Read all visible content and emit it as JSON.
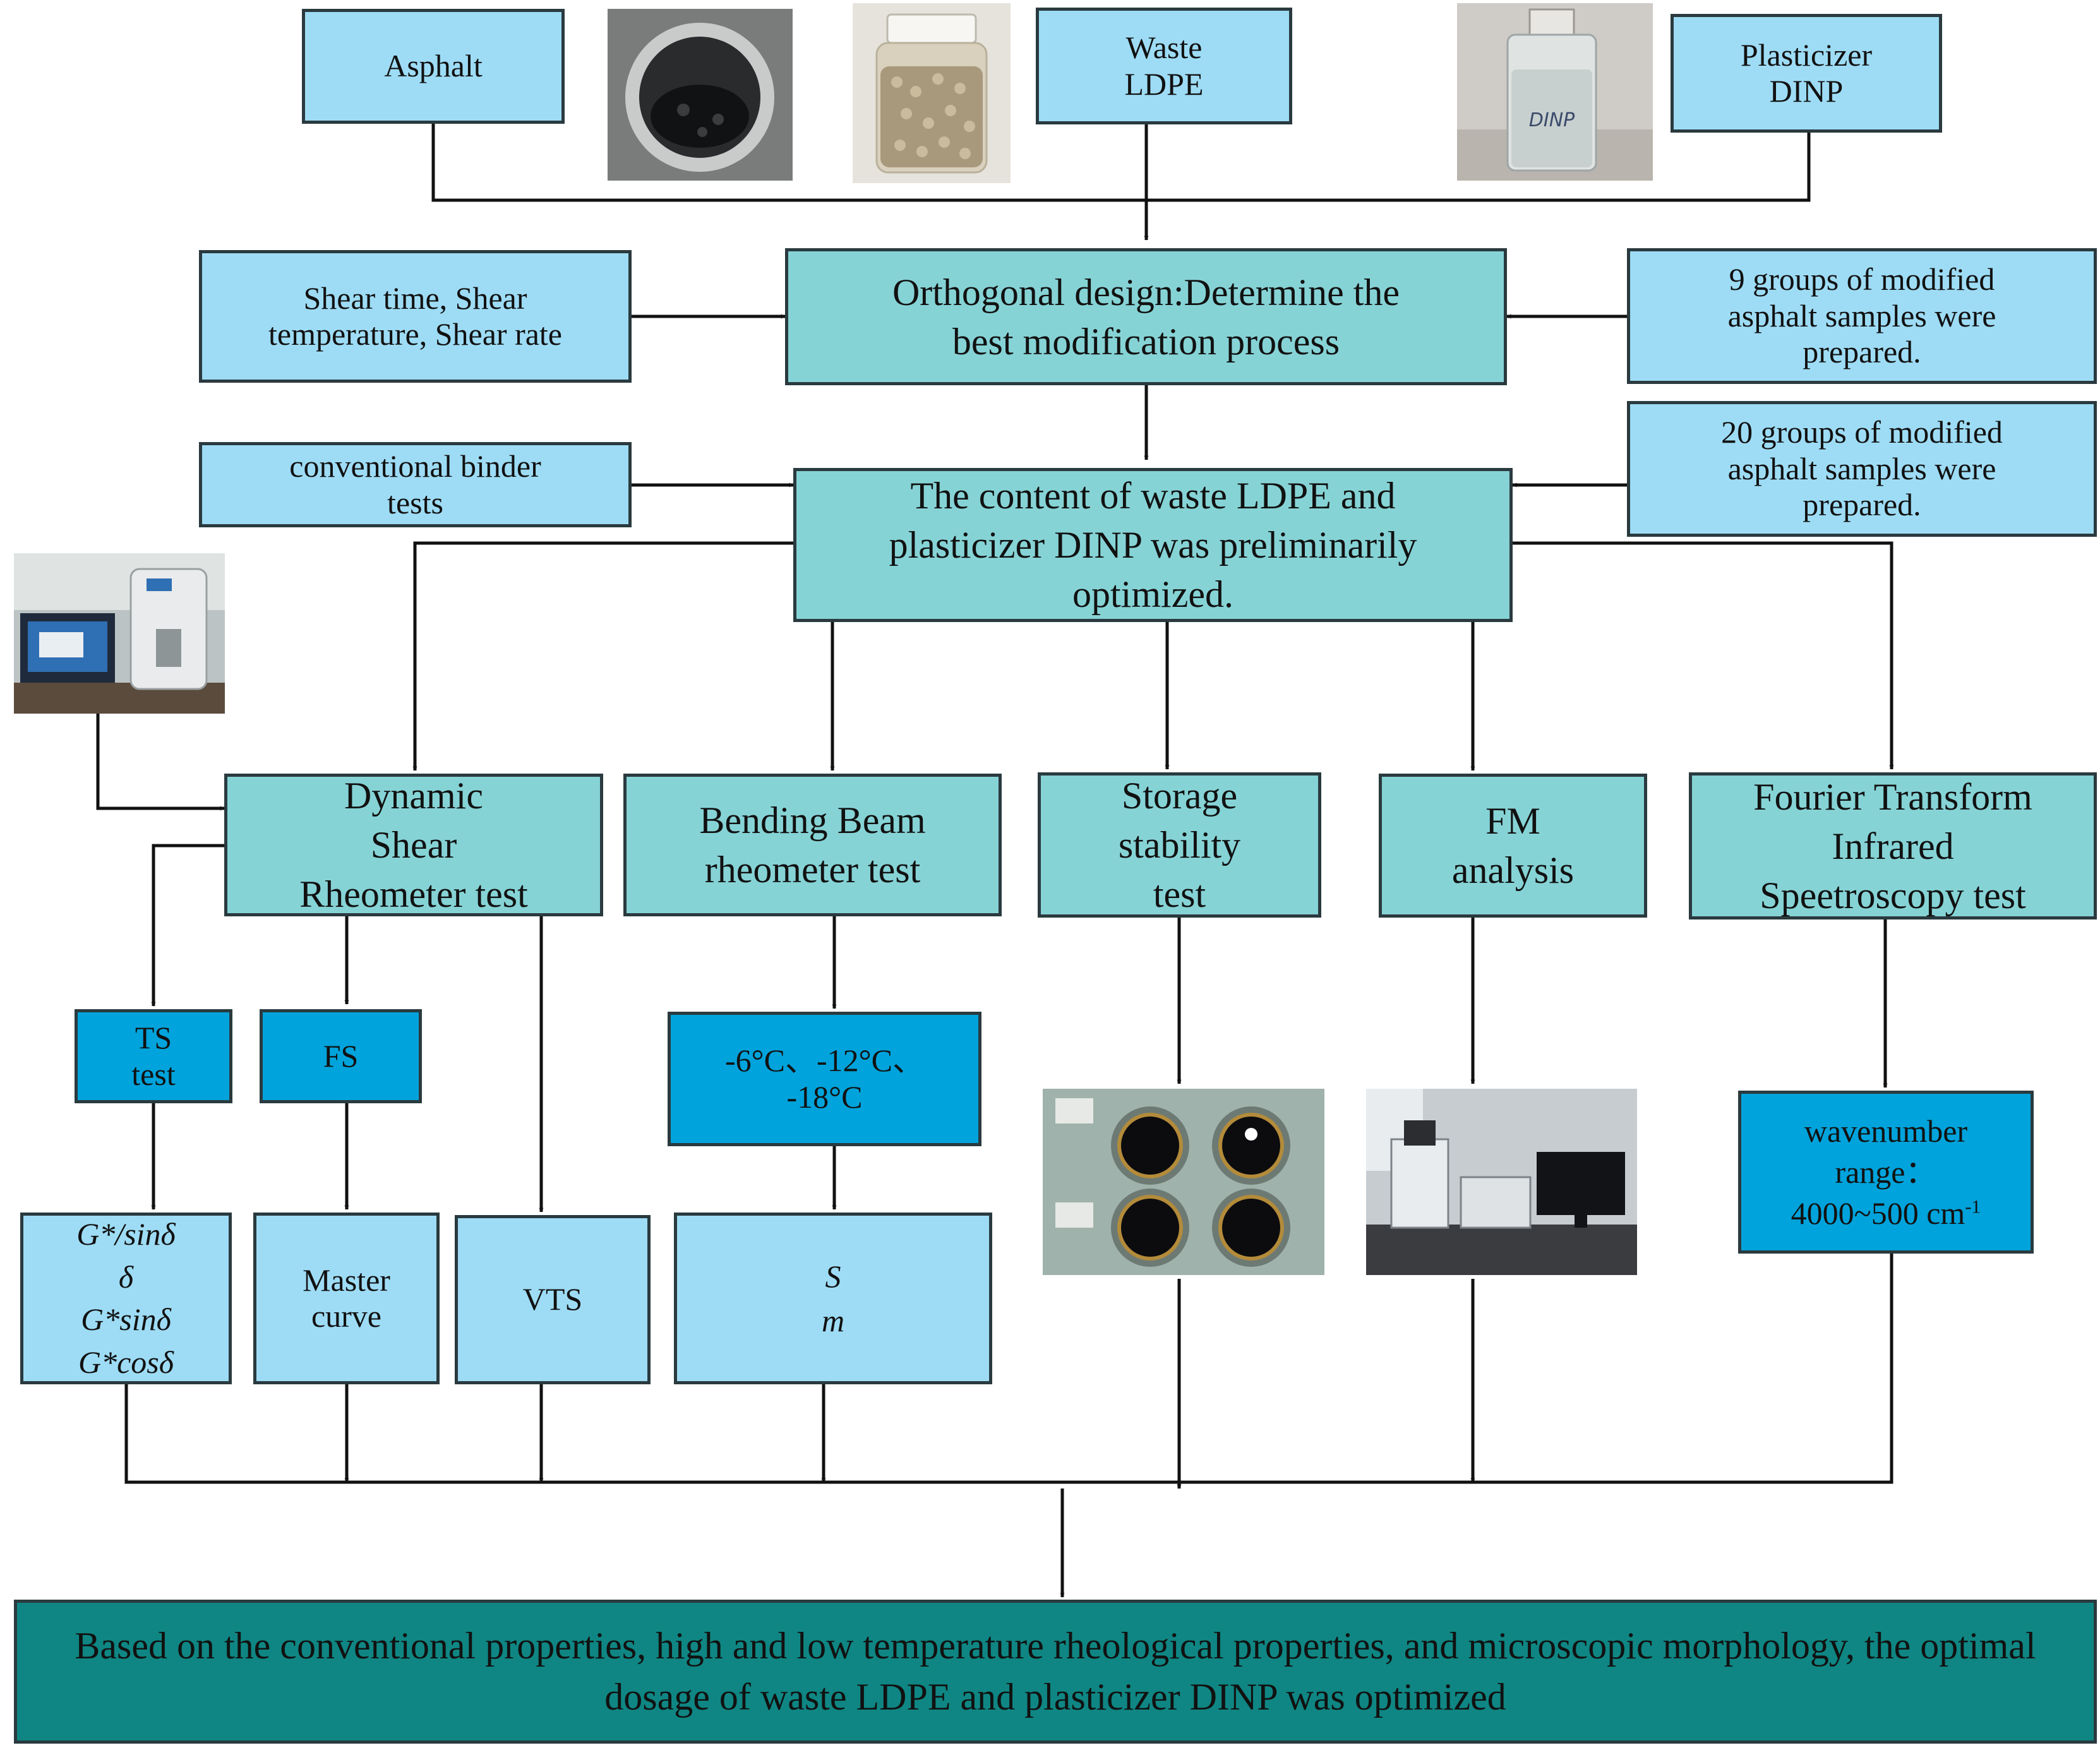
{
  "inputs": {
    "asphalt": "Asphalt",
    "ldpe": "Waste\nLDPE",
    "dinp": "Plasticizer\nDINP"
  },
  "orthogonal": {
    "main": "Orthogonal design:Determine the\nbest modification process",
    "left": "Shear time, Shear\ntemperature, Shear rate",
    "right": "9 groups of modified\nasphalt samples were\nprepared."
  },
  "content_step": {
    "main": "The content of waste LDPE and\nplasticizer DINP was preliminarily\noptimized.",
    "left": "conventional binder\ntests",
    "right": "20 groups of modified\nasphalt samples were\nprepared."
  },
  "tests": {
    "dsr": "Dynamic\nShear\nRheometer test",
    "bbr": "Bending Beam\nrheometer test",
    "storage": "Storage\nstability\ntest",
    "fm": "FM\nanalysis",
    "ftir": "Fourier Transform\nInfrared\nSpeetroscopy test"
  },
  "subtests": {
    "ts": "TS\ntest",
    "fs": "FS",
    "temps": "-6°C、-12°C、\n-18°C",
    "wavenumber_label": "wavenumber\nrange：",
    "wavenumber_value": "4000~500 cm",
    "wavenumber_exp": "-1"
  },
  "outputs": {
    "ts_params": "G*/sinδ\nδ\nG*sinδ\nG*cosδ",
    "master": "Master\ncurve",
    "vts": "VTS",
    "bbr_params": "S\nm"
  },
  "conclusion": "Based on the conventional properties, high and low temperature rheological properties, and microscopic morphology, the optimal dosage of waste LDPE and plasticizer DINP was optimized",
  "photos": {
    "dinp_label": "DINP"
  },
  "colors": {
    "light_blue": "#9edcf5",
    "teal": "#86d3d6",
    "deep_blue": "#00a3db",
    "dark_teal": "#0f8683"
  }
}
